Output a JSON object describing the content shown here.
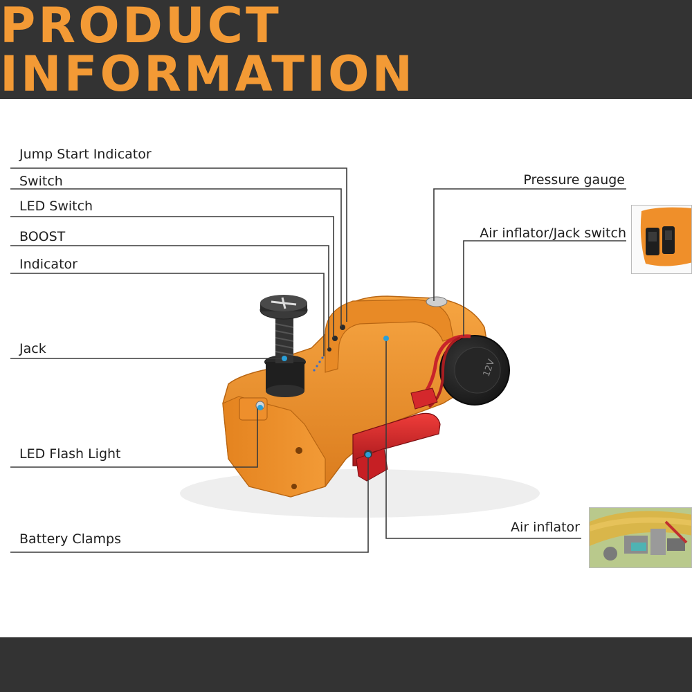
{
  "header": {
    "title": "PRODUCT INFORMATION"
  },
  "labels": {
    "jump_start_indicator": "Jump Start Indicator",
    "switch": "Switch",
    "led_switch": "LED Switch",
    "boost": "BOOST",
    "indicator": "Indicator",
    "jack": "Jack",
    "led_flash_light": "LED Flash Light",
    "battery_clamps": "Battery Clamps",
    "pressure_gauge": "Pressure gauge",
    "air_inflator_jack_switch": "Air inflator/Jack switch",
    "air_inflator": "Air inflator"
  },
  "product": {
    "hose_marking": "12V"
  },
  "colors": {
    "banner": "#333333",
    "title": "#f39a35",
    "body_orange": "#f0902a",
    "clamp_red": "#d8262a",
    "leader_line": "#3a3a3a",
    "marker_dot": "#2a9fd8"
  }
}
